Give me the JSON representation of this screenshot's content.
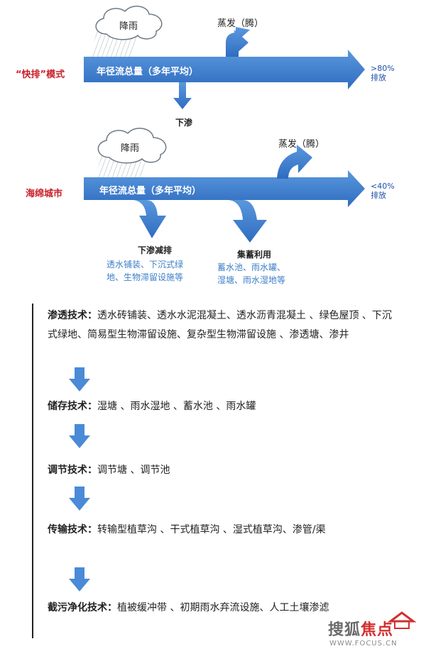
{
  "diagram1": {
    "mode_label": "“快排”模式",
    "rain": "降雨",
    "evaporation": "蒸发（腾）",
    "runoff": "年径流总量（多年平均）",
    "discharge_pct": ">80%",
    "discharge_label": "排放",
    "infiltration": "下渗"
  },
  "diagram2": {
    "mode_label": "海绵城市",
    "rain": "降雨",
    "evaporation": "蒸发（腾）",
    "runoff": "年径流总量（多年平均）",
    "discharge_pct": "<40%",
    "discharge_label": "排放",
    "infiltration_title": "下渗减排",
    "infiltration_line1": "透水铺装、下沉式绿",
    "infiltration_line2": "地、生物滞留设施等",
    "storage_title": "集蓄利用",
    "storage_line1": "蓄水池、雨水罐、",
    "storage_line2": "湿塘、雨水湿地等"
  },
  "techniques": [
    {
      "title": "渗透技术：",
      "text": "透水砖铺装、透水水泥混凝土、透水沥青混凝土 、绿色屋顶 、下沉式绿地、简易型生物滞留设施、复杂型生物滞留设施 、渗透塘、渗井"
    },
    {
      "title": "储存技术：",
      "text": "湿塘 、雨水湿地 、蓄水池 、雨水罐"
    },
    {
      "title": "调节技术：",
      "text": "调节塘 、调节池"
    },
    {
      "title": "传输技术：",
      "text": "转输型植草沟 、干式植草沟 、湿式植草沟、渗管/渠"
    },
    {
      "title": "截污净化技术：",
      "text": "植被缓冲带 、初期雨水弃流设施、人工土壤渗滤"
    }
  ],
  "watermark": {
    "brand_gray": "搜狐",
    "brand_red": "焦点",
    "url": "WWW.FOCUS.CN"
  },
  "colors": {
    "arrow_blue": "#3f7fd0",
    "arrow_dark": "#2b66b3",
    "red_label": "#c8202a"
  }
}
